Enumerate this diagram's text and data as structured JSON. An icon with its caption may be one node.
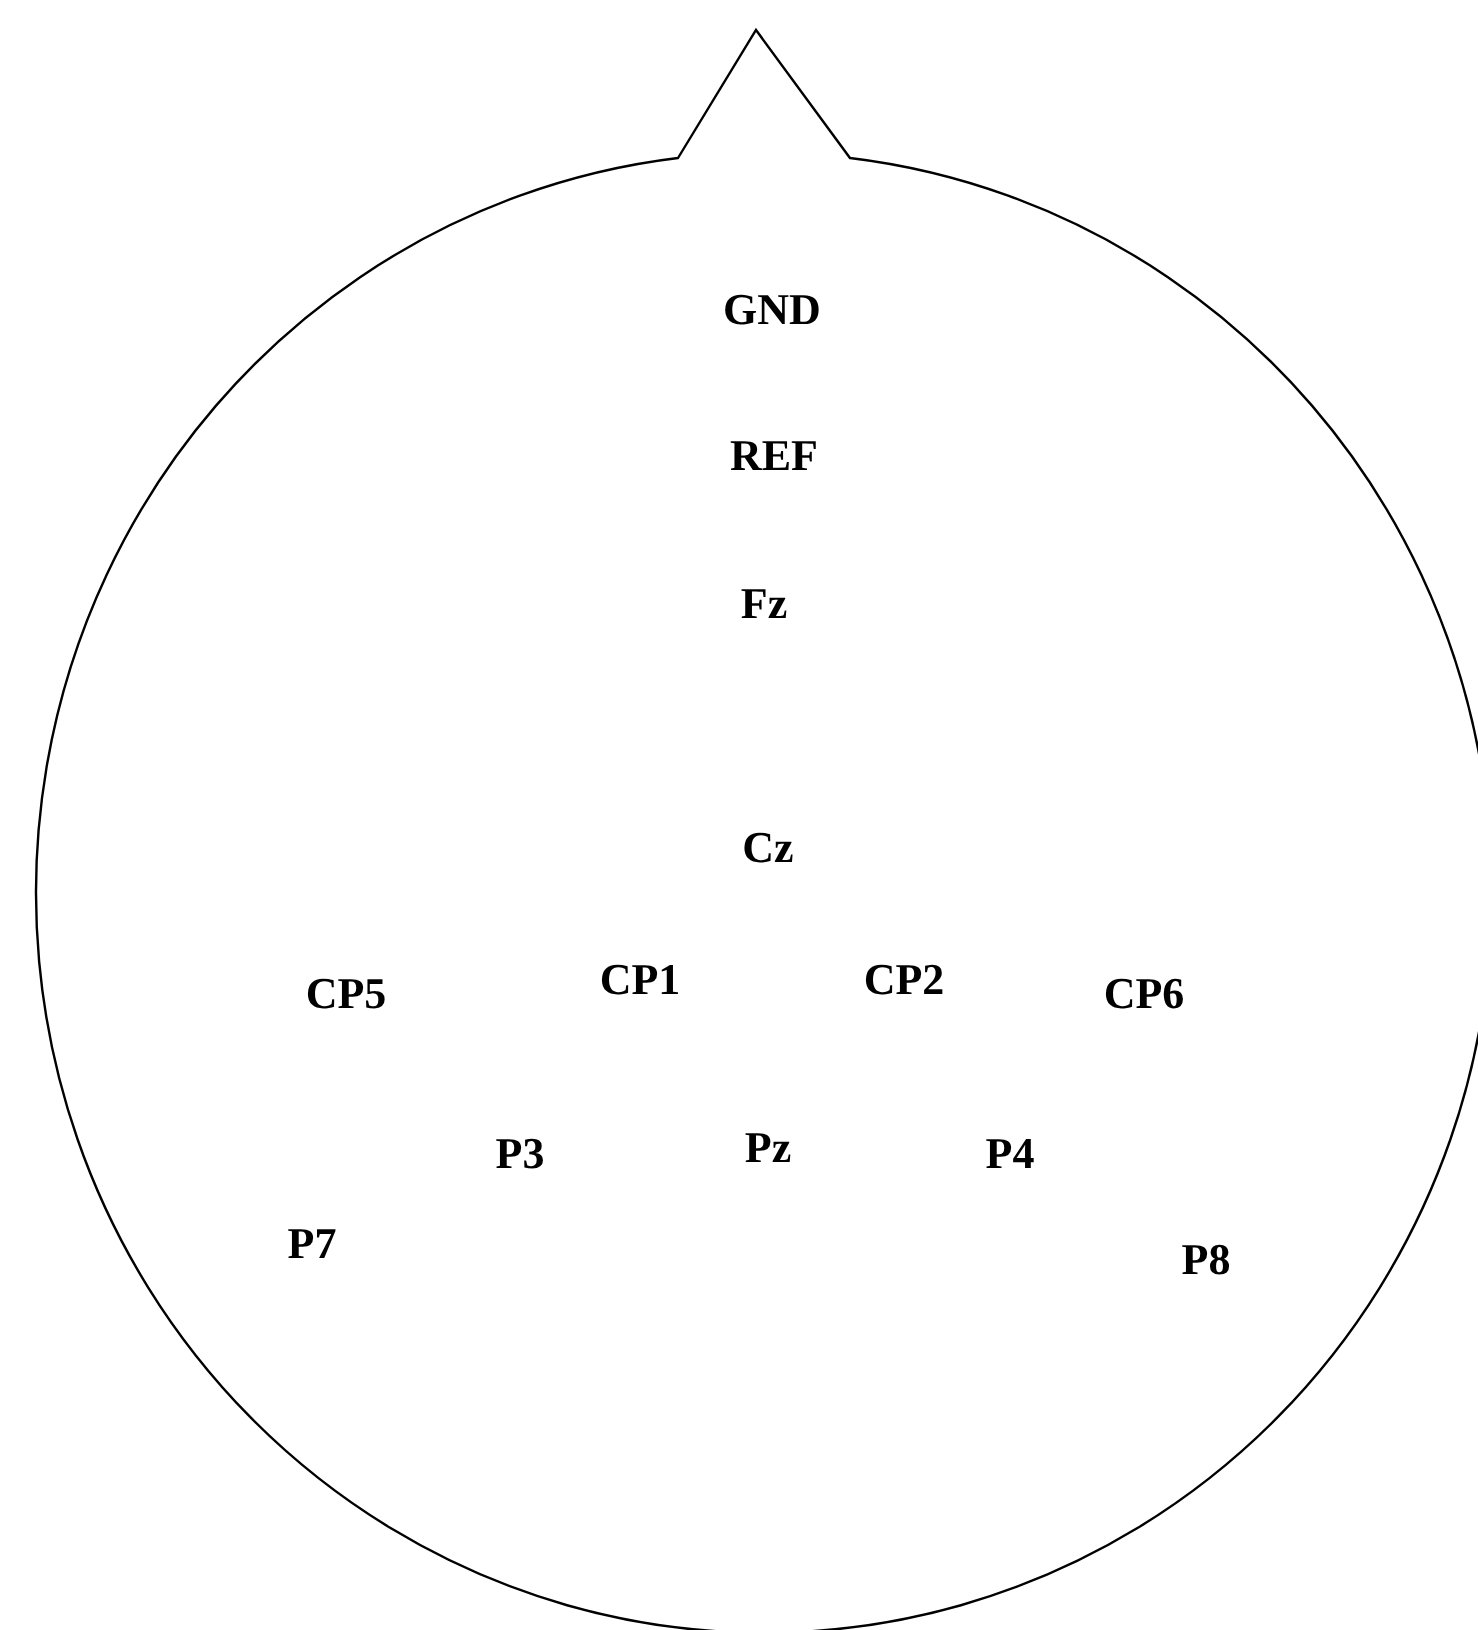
{
  "diagram": {
    "labels": [
      "GND",
      "REF",
      "Fz",
      "Cz",
      "CP5",
      "CP1",
      "CP2",
      "CP6",
      "P3",
      "Pz",
      "P4",
      "P7",
      "P8"
    ]
  }
}
